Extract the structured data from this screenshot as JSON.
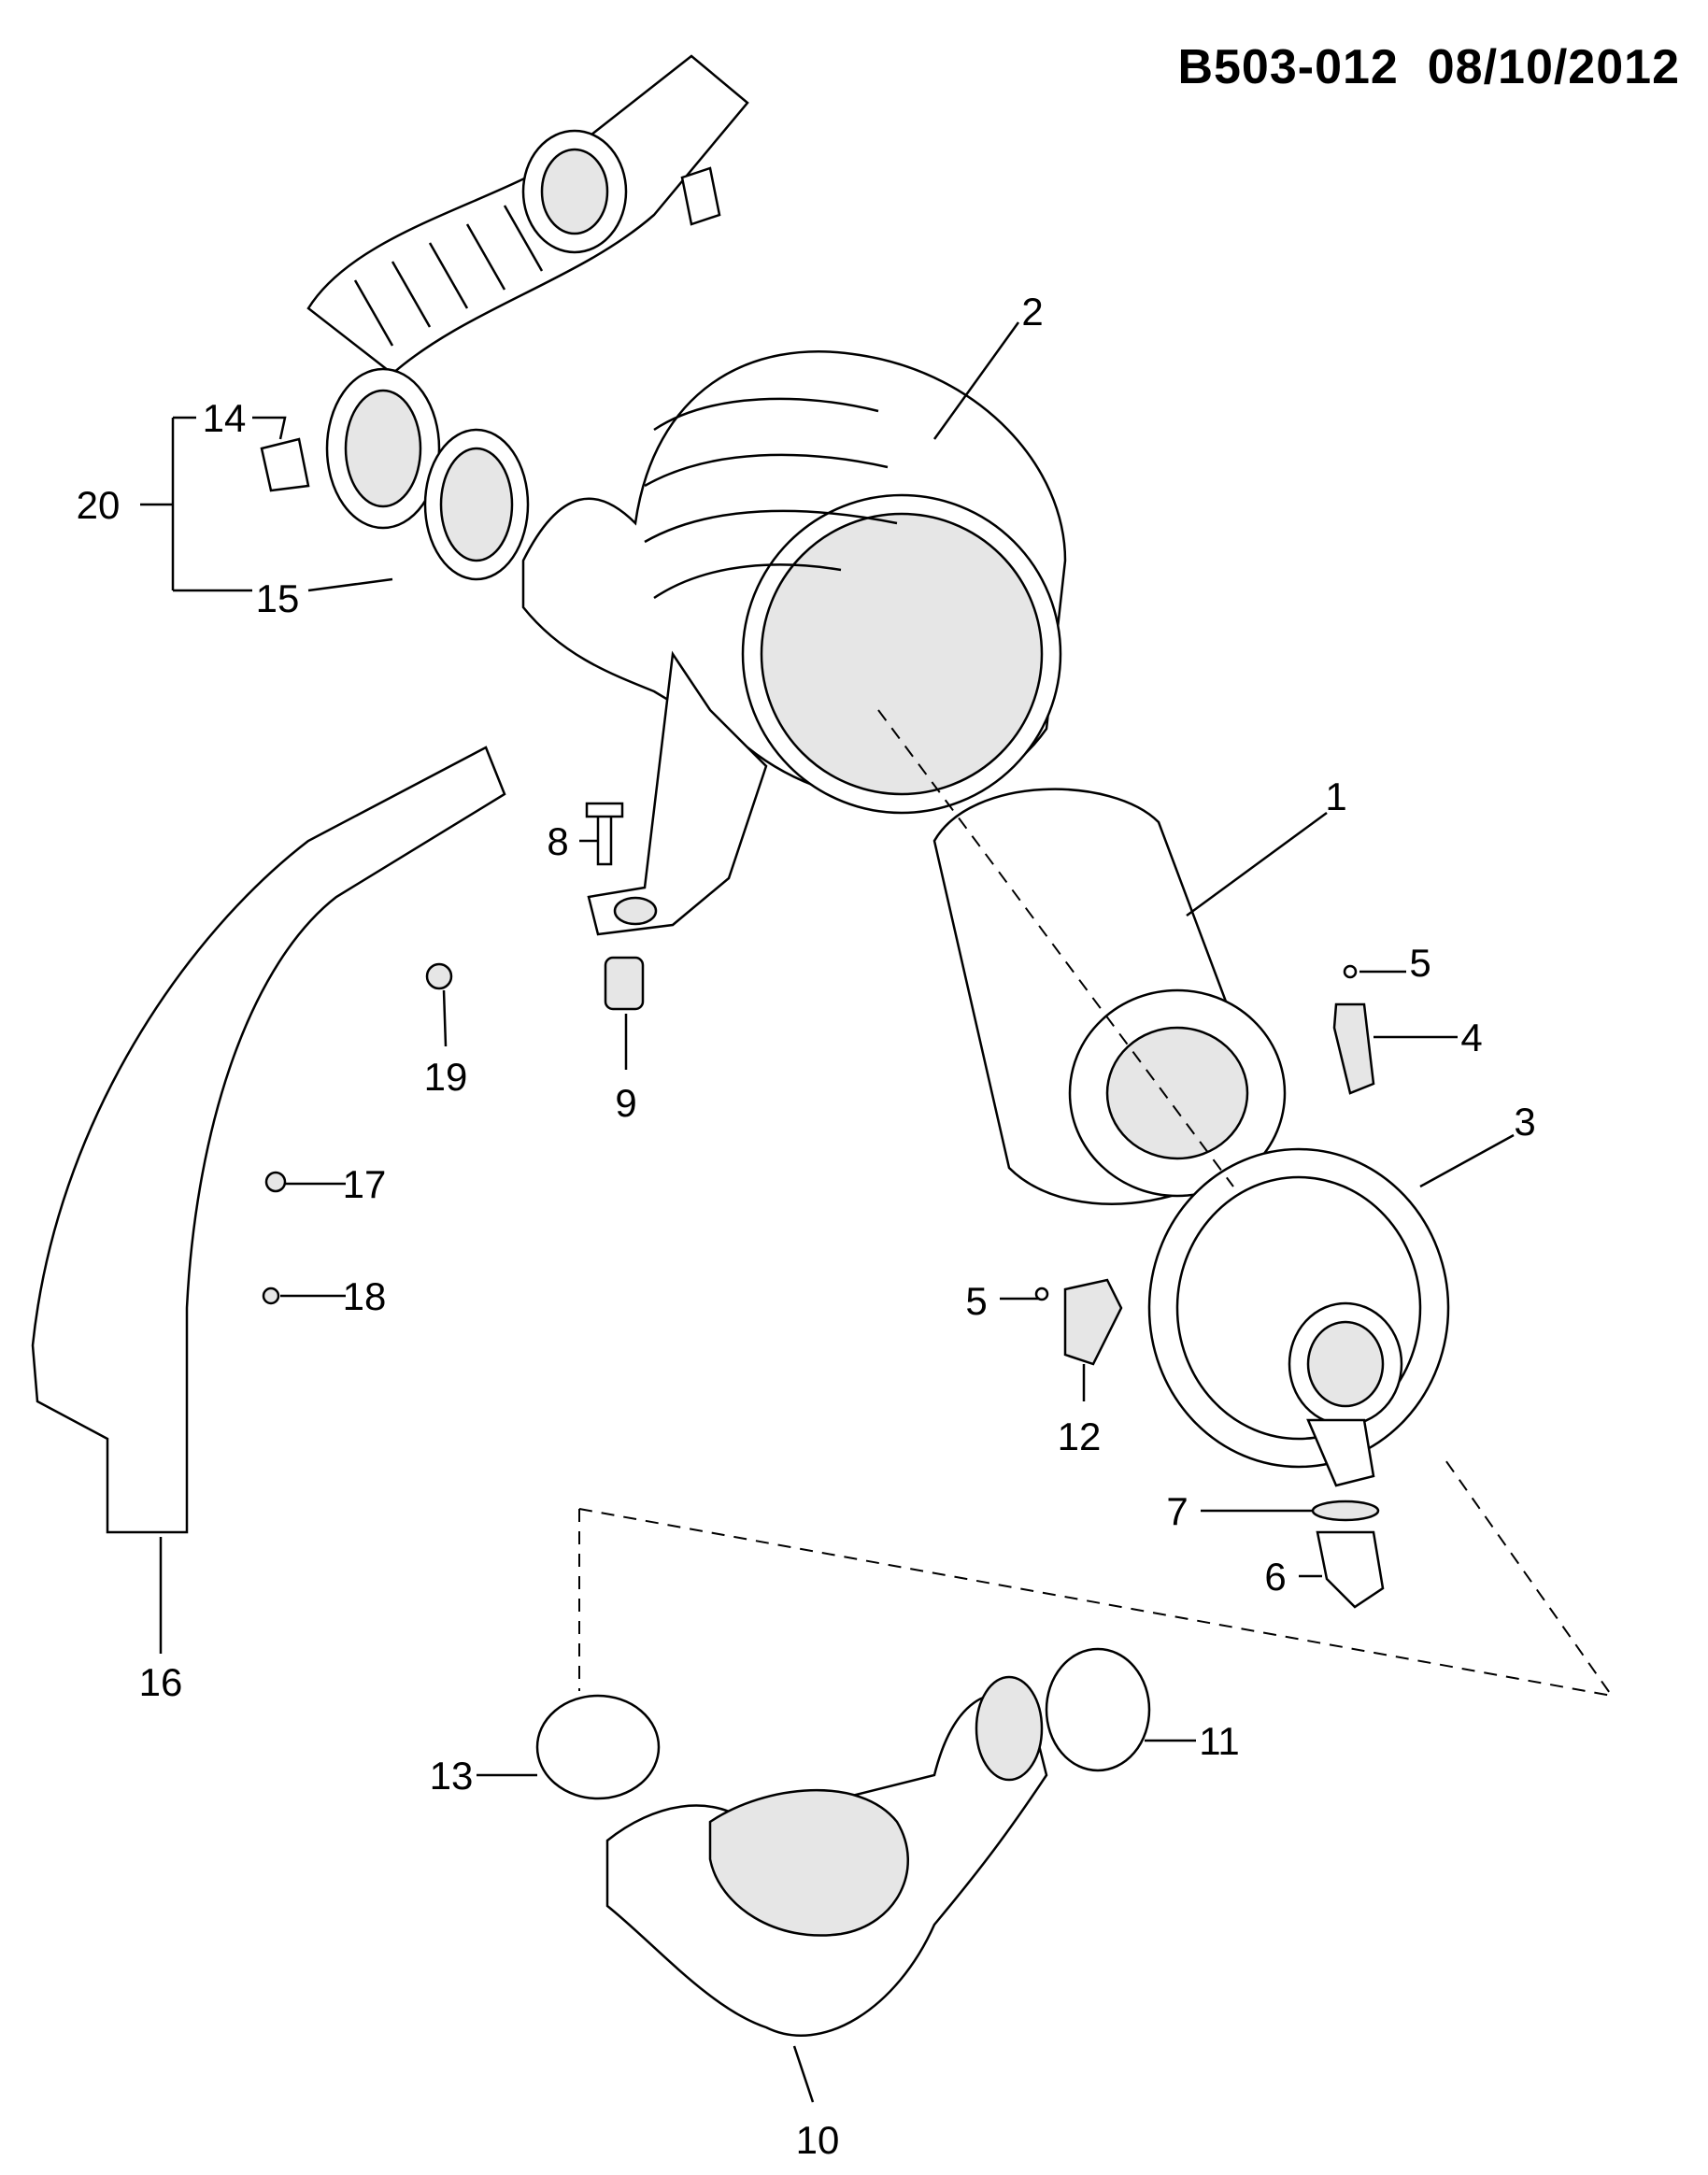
{
  "header": {
    "diagram_code": "B503-012",
    "date": "08/10/2012"
  },
  "callouts": [
    "1",
    "2",
    "3",
    "4",
    "5",
    "5",
    "6",
    "7",
    "8",
    "9",
    "10",
    "11",
    "12",
    "13",
    "14",
    "15",
    "16",
    "17",
    "18",
    "19",
    "20"
  ]
}
